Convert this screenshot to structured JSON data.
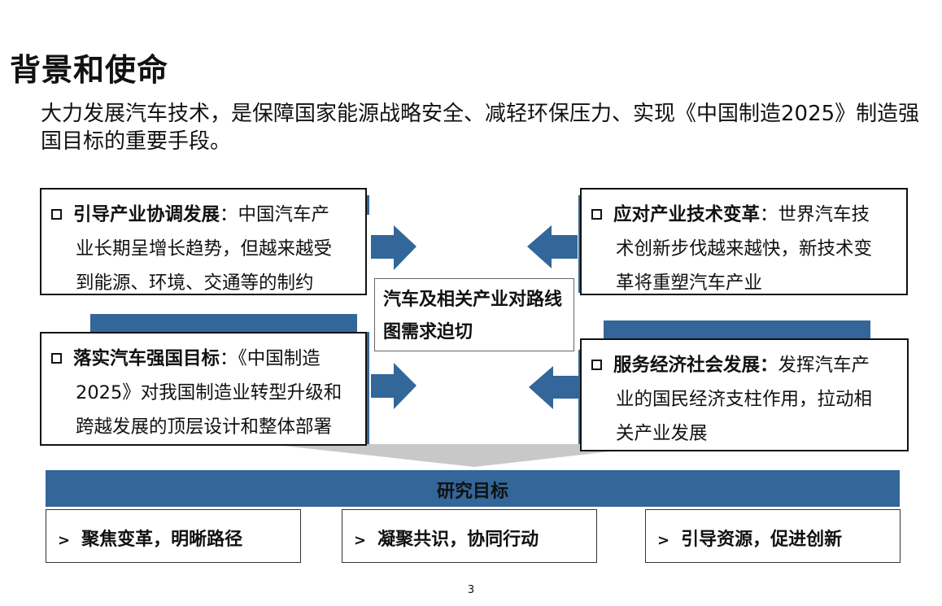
{
  "title": "背景和使命",
  "intro": "大力发展汽车技术，是保障国家能源战略安全、减轻环保压力、实现《中国制造2025》制造强国目标的重要手段。",
  "boxes": {
    "top_left": {
      "head": "引导产业协调发展",
      "sep": "：",
      "text1": "中国汽车产",
      "text2": "业长期呈增长趋势，但越来越受",
      "text3": "到能源、环境、交通等的制约"
    },
    "bottom_left": {
      "head": "落实汽车强国目标",
      "sep": "：",
      "text1": "《中国制造",
      "text2": "2025》对我国制造业转型升级和",
      "text3": "跨越发展的顶层设计和整体部署"
    },
    "top_right": {
      "head": "应对产业技术变革",
      "sep": "：",
      "text1": "世界汽车技",
      "text2": "术创新步伐越来越快，新技术变",
      "text3": "革将重塑汽车产业"
    },
    "bottom_right": {
      "head": "服务经济社会发展：",
      "sep": "",
      "text1": "发挥汽车产",
      "text2": "业的国民经济支柱作用，拉动相",
      "text3": "关产业发展"
    }
  },
  "center": {
    "line1": "汽车及相关产业对路线",
    "line2": "图需求迫切"
  },
  "goals": {
    "label": "研究目标",
    "items": [
      "聚焦变革，明晰路径",
      "凝聚共识，协同行动",
      "引导资源，促进创新"
    ]
  },
  "page_number": "3",
  "colors": {
    "accent_blue": "#336699",
    "funnel_gray": "#c8c8c8"
  }
}
